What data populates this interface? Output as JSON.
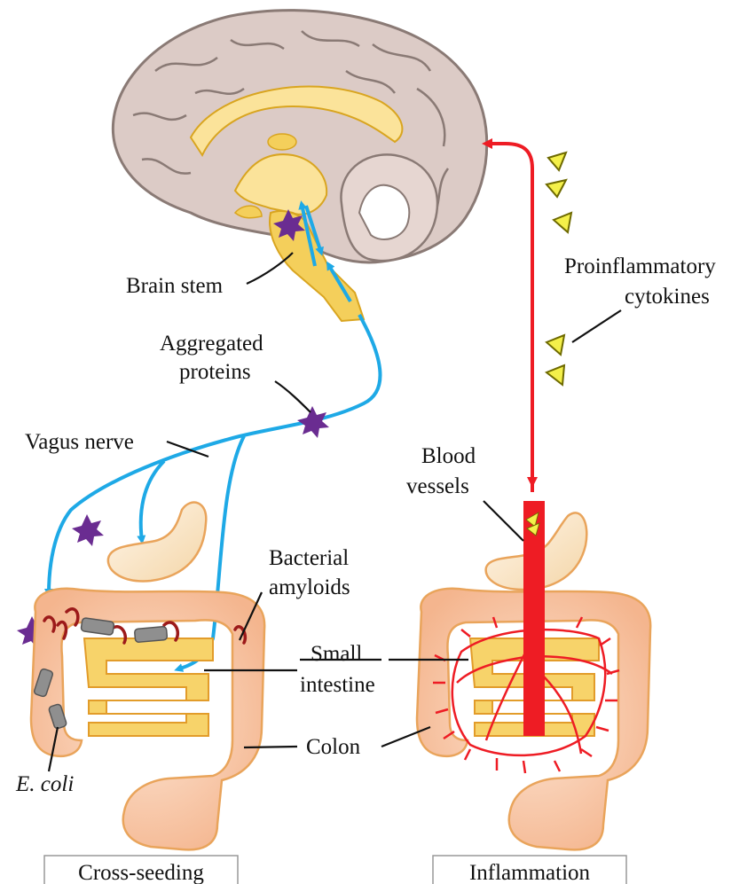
{
  "labels": {
    "brain_stem": "Brain stem",
    "aggregated_1": "Aggregated",
    "aggregated_2": "proteins",
    "vagus": "Vagus  nerve",
    "proinflammatory_1": "Proinflammatory",
    "proinflammatory_2": "cytokines",
    "blood_1": "Blood",
    "blood_2": "vessels",
    "bacterial_1": "Bacterial",
    "bacterial_2": "amyloids",
    "small_1": "Small",
    "small_2": "intestine",
    "colon": "Colon",
    "ecoli": "E. coli"
  },
  "panels": {
    "left": "Cross-seeding",
    "right": "Inflammation"
  },
  "colors": {
    "brain_fill": "#dccbc6",
    "brain_stroke": "#8a7a75",
    "stem_fill": "#f4cf5b",
    "nerve": "#1ea9e6",
    "blood": "#ee1c24",
    "cytokine": "#f4f04a",
    "protein": "#6a2c91",
    "colon_fill": "#f8c9a8",
    "intestine_fill": "#f7d36a",
    "amyloid": "#9c1a1a",
    "ecoli": "#8f8f8f"
  }
}
